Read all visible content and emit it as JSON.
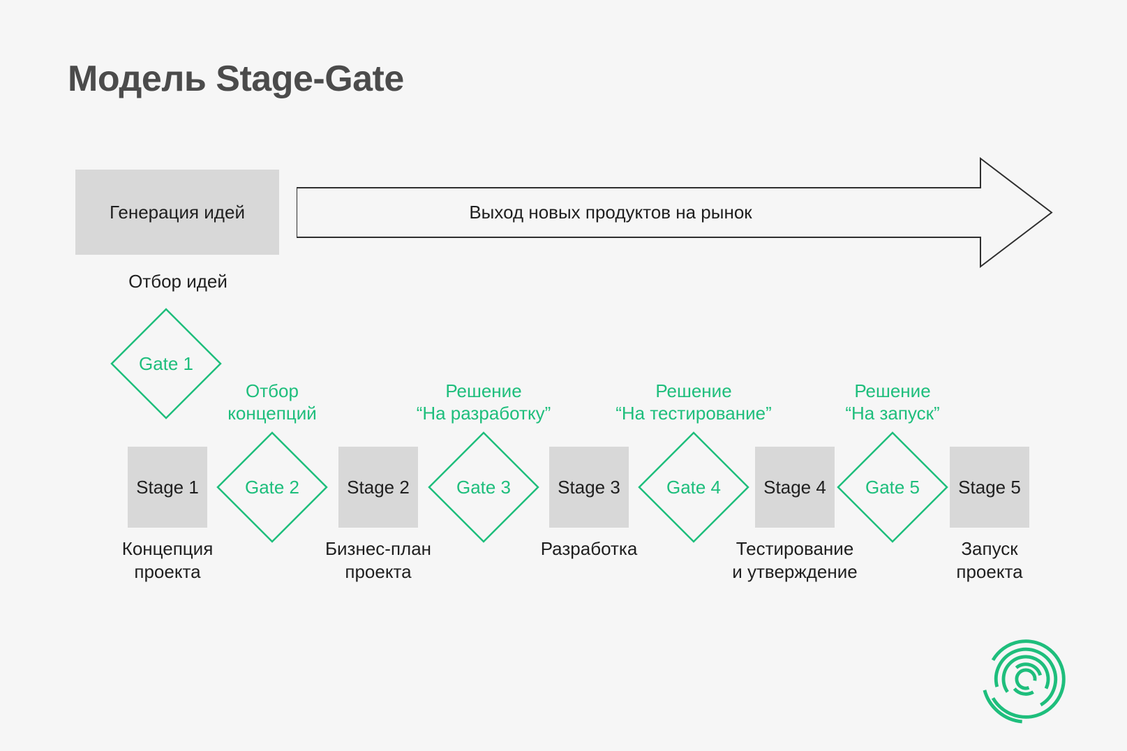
{
  "title": "Модель Stage-Gate",
  "colors": {
    "accent_green": "#1ebe7c",
    "box_gray": "#d8d8d8",
    "background": "#f6f6f6",
    "dark_text": "#1f1f1f",
    "title_text": "#4b4b4b",
    "arrow_outline": "#2f2f2f"
  },
  "top_row": {
    "idea_box_label": "Генерация идей",
    "arrow_label": "Выход новых продуктов на рынок"
  },
  "gate1": {
    "label": "Gate 1",
    "caption": "Отбор идей"
  },
  "gates": [
    {
      "label": "Gate 2",
      "caption_lines": [
        "Отбор",
        "концепций"
      ]
    },
    {
      "label": "Gate 3",
      "caption_lines": [
        "Решение",
        "“На разработку”"
      ]
    },
    {
      "label": "Gate 4",
      "caption_lines": [
        "Решение",
        "“На тестирование”"
      ]
    },
    {
      "label": "Gate 5",
      "caption_lines": [
        "Решение",
        "“На запуск”"
      ]
    }
  ],
  "stages": [
    {
      "label": "Stage 1",
      "caption_lines": [
        "Концепция",
        "проекта"
      ]
    },
    {
      "label": "Stage 2",
      "caption_lines": [
        "Бизнес-план",
        "проекта"
      ]
    },
    {
      "label": "Stage 3",
      "caption_lines": [
        "Разработка"
      ]
    },
    {
      "label": "Stage 4",
      "caption_lines": [
        "Тестирование",
        "и утверждение"
      ]
    },
    {
      "label": "Stage 5",
      "caption_lines": [
        "Запуск",
        "проекта"
      ]
    }
  ],
  "logo": {
    "name": "spiral-logo",
    "color": "#1ebe7c"
  }
}
